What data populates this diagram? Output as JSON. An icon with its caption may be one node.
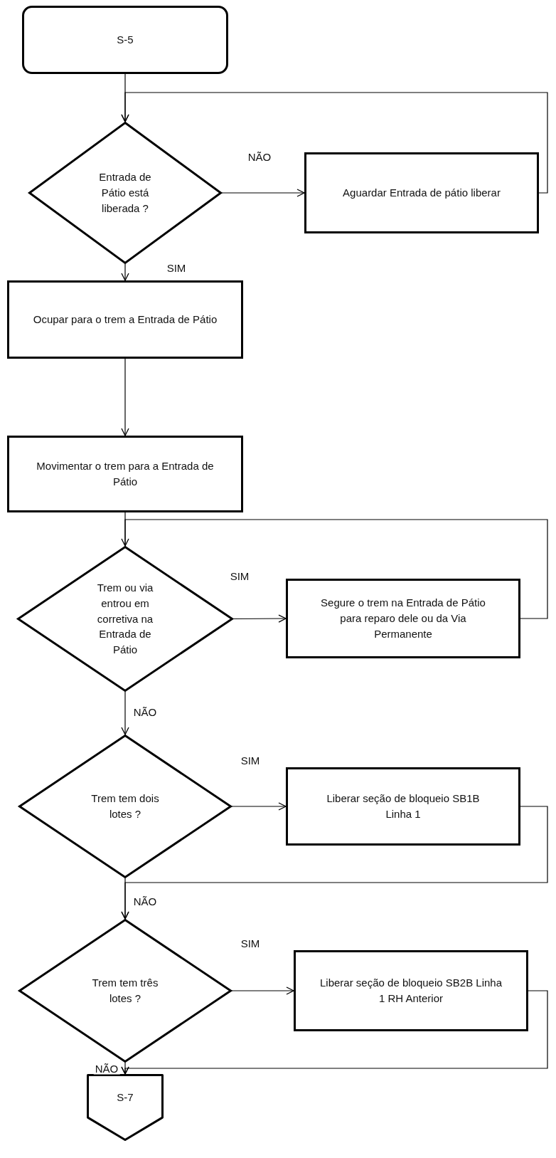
{
  "diagram": {
    "nodes": [
      {
        "text": [
          "S-5"
        ]
      },
      {
        "text": [
          "Entrada de Pátio está liberada ?"
        ]
      },
      {
        "text": [
          "Aguardar Entrada de pátio liberar"
        ]
      },
      {
        "text": [
          "Ocupar para o trem a Entrada de Pátio"
        ]
      },
      {
        "text": [
          "Movimentar o trem para a Entrada de Pátio"
        ]
      },
      {
        "text": [
          "Trem ou via entrou em corretiva na Entrada de Pátio"
        ]
      },
      {
        "text": [
          "Segure o trem na Entrada de Pátio para reparo dele ou da Via Permanente"
        ]
      },
      {
        "text": [
          "Trem tem dois lotes ?"
        ]
      },
      {
        "text": [
          "Liberar seção de bloqueio SB1B Linha 1"
        ]
      },
      {
        "text": [
          "Trem tem três lotes ?"
        ]
      },
      {
        "text": [
          "Liberar seção de bloqueio SB2B Linha 1 RH Anterior"
        ]
      },
      {
        "text": [
          "S-7"
        ]
      }
    ],
    "edges": [
      {
        "from": 0,
        "to": 1,
        "arrow": "to"
      },
      {
        "from": 1,
        "to": 2,
        "arrow": "to",
        "label": "NÃO"
      },
      {
        "from": 2,
        "to": 1,
        "arrow": "to"
      },
      {
        "from": 1,
        "to": 3,
        "arrow": "to",
        "label": "SIM"
      },
      {
        "from": 3,
        "to": 4,
        "arrow": "to"
      },
      {
        "from": 4,
        "to": 5,
        "arrow": "none"
      },
      {
        "from": 5,
        "to": 6,
        "arrow": "to",
        "label": "SIM"
      },
      {
        "from": 6,
        "to": 5,
        "arrow": "to"
      },
      {
        "from": 5,
        "to": 7,
        "arrow": "to",
        "label": "NÃO"
      },
      {
        "from": 7,
        "to": 8,
        "arrow": "to",
        "label": "SIM"
      },
      {
        "from": 8,
        "to": 9,
        "arrow": "to"
      },
      {
        "from": 7,
        "to": 9,
        "arrow": "to",
        "label": "NÃO"
      },
      {
        "from": 9,
        "to": 10,
        "arrow": "to",
        "label": "SIM"
      },
      {
        "from": 10,
        "to": 11,
        "arrow": "to"
      },
      {
        "from": 9,
        "to": 11,
        "arrow": "to",
        "label": "NÃO"
      }
    ]
  }
}
